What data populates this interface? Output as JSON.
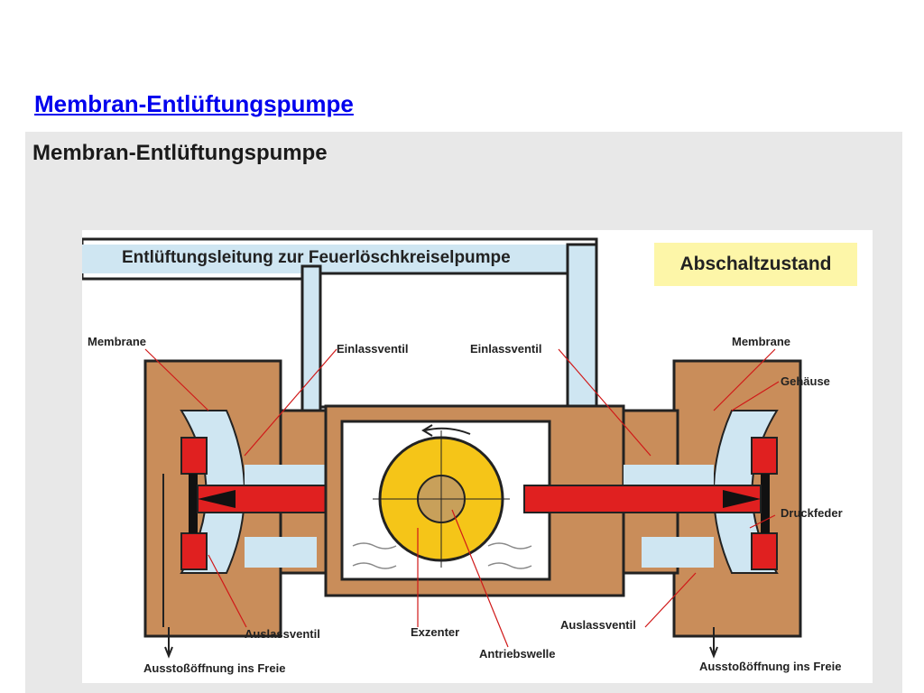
{
  "page": {
    "link_title": "Membran-Entlüftungspumpe"
  },
  "panel": {
    "title": "Membran-Entlüftungspumpe"
  },
  "diagram": {
    "header": "Entlüftungsleitung zur Feuerlöschkreiselpumpe",
    "state": "Abschaltzustand",
    "labels": {
      "membrane_left": "Membrane",
      "membrane_right": "Membrane",
      "inlet_left": "Einlassventil",
      "inlet_right": "Einlassventil",
      "housing": "Gehäuse",
      "spring": "Druckfeder",
      "outlet_left": "Auslassventil",
      "outlet_right": "Auslassventil",
      "eccentric": "Exzenter",
      "shaft": "Antriebswelle",
      "exhaust_left": "Ausstoßöffnung ins Freie",
      "exhaust_right": "Ausstoßöffnung ins Freie"
    }
  },
  "colors": {
    "housing": "#c98d5a",
    "air": "#cfe6f2",
    "piston": "#e02020",
    "eccentric": "#f5c518",
    "shaft": "#c8a05a",
    "state_box": "#fdf6a8",
    "link": "#0000ee"
  }
}
